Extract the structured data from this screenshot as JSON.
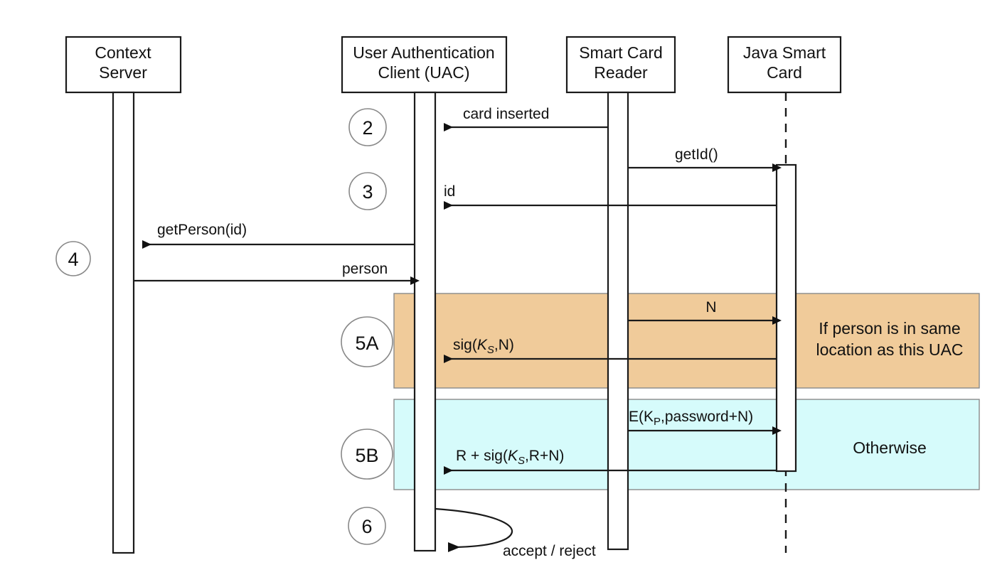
{
  "diagram": {
    "type": "uml-sequence-diagram",
    "background": "#ffffff",
    "line_color": "#1a1a1a",
    "fragment_colors": {
      "orange": "#f0cb9a",
      "cyan": "#d6fbfb"
    }
  },
  "actors": [
    {
      "id": "context-server",
      "line1": "Context",
      "line2": "Server",
      "lifeline": "solid"
    },
    {
      "id": "uac",
      "line1": "User Authentication",
      "line2": "Client (UAC)",
      "lifeline": "solid"
    },
    {
      "id": "smart-card-reader",
      "line1": "Smart Card",
      "line2": "Reader",
      "lifeline": "solid"
    },
    {
      "id": "java-smart-card",
      "line1": "Java Smart",
      "line2": "Card",
      "lifeline": "dashed"
    }
  ],
  "step_markers": [
    {
      "id": "marker-2",
      "label": "2"
    },
    {
      "id": "marker-3",
      "label": "3"
    },
    {
      "id": "marker-4",
      "label": "4"
    },
    {
      "id": "marker-5a",
      "label": "5A"
    },
    {
      "id": "marker-5b",
      "label": "5B"
    },
    {
      "id": "marker-6",
      "label": "6"
    }
  ],
  "messages": [
    {
      "id": "msg-card-inserted",
      "label": "card inserted",
      "from": "smart-card-reader",
      "to": "uac",
      "direction": "left",
      "step": "2"
    },
    {
      "id": "msg-getid",
      "label": "getId()",
      "from": "smart-card-reader",
      "to": "java-smart-card",
      "direction": "right",
      "step": "3"
    },
    {
      "id": "msg-id",
      "label": "id",
      "from": "java-smart-card",
      "to": "uac",
      "direction": "left",
      "step": "3"
    },
    {
      "id": "msg-getperson",
      "label": "getPerson(id)",
      "from": "uac",
      "to": "context-server",
      "direction": "left",
      "step": "4"
    },
    {
      "id": "msg-person",
      "label": "person",
      "from": "context-server",
      "to": "uac",
      "direction": "right",
      "step": "4"
    },
    {
      "id": "msg-n",
      "label": "N",
      "from": "smart-card-reader",
      "to": "java-smart-card",
      "direction": "right",
      "step": "5A"
    },
    {
      "id": "msg-sig-ks-n",
      "label_parts": [
        "sig(",
        "K",
        "S",
        ",N)"
      ],
      "label_plain": "sig(K_S,N)",
      "from": "java-smart-card",
      "to": "uac",
      "direction": "left",
      "step": "5A"
    },
    {
      "id": "msg-e-kp-password",
      "label_parts": [
        "E(",
        "K",
        "P",
        ",password+N)"
      ],
      "label_plain": "E(K_P,password+N)",
      "from": "smart-card-reader",
      "to": "java-smart-card",
      "direction": "right",
      "step": "5B"
    },
    {
      "id": "msg-r-sig-ks-r-n",
      "label_parts": [
        "R + sig(",
        "K",
        "S",
        ",R+N)"
      ],
      "label_plain": "R + sig(K_S,R+N)",
      "from": "java-smart-card",
      "to": "uac",
      "direction": "left",
      "step": "5B"
    },
    {
      "id": "msg-accept-reject",
      "label": "accept / reject",
      "from": "uac",
      "to": "uac",
      "direction": "self",
      "step": "6"
    }
  ],
  "fragments": [
    {
      "id": "fragment-5a",
      "step": "5A",
      "color": "orange",
      "note_line1": "If person is in same",
      "note_line2": "location as this UAC"
    },
    {
      "id": "fragment-5b",
      "step": "5B",
      "color": "cyan",
      "note_line1": "Otherwise",
      "note_line2": ""
    }
  ]
}
